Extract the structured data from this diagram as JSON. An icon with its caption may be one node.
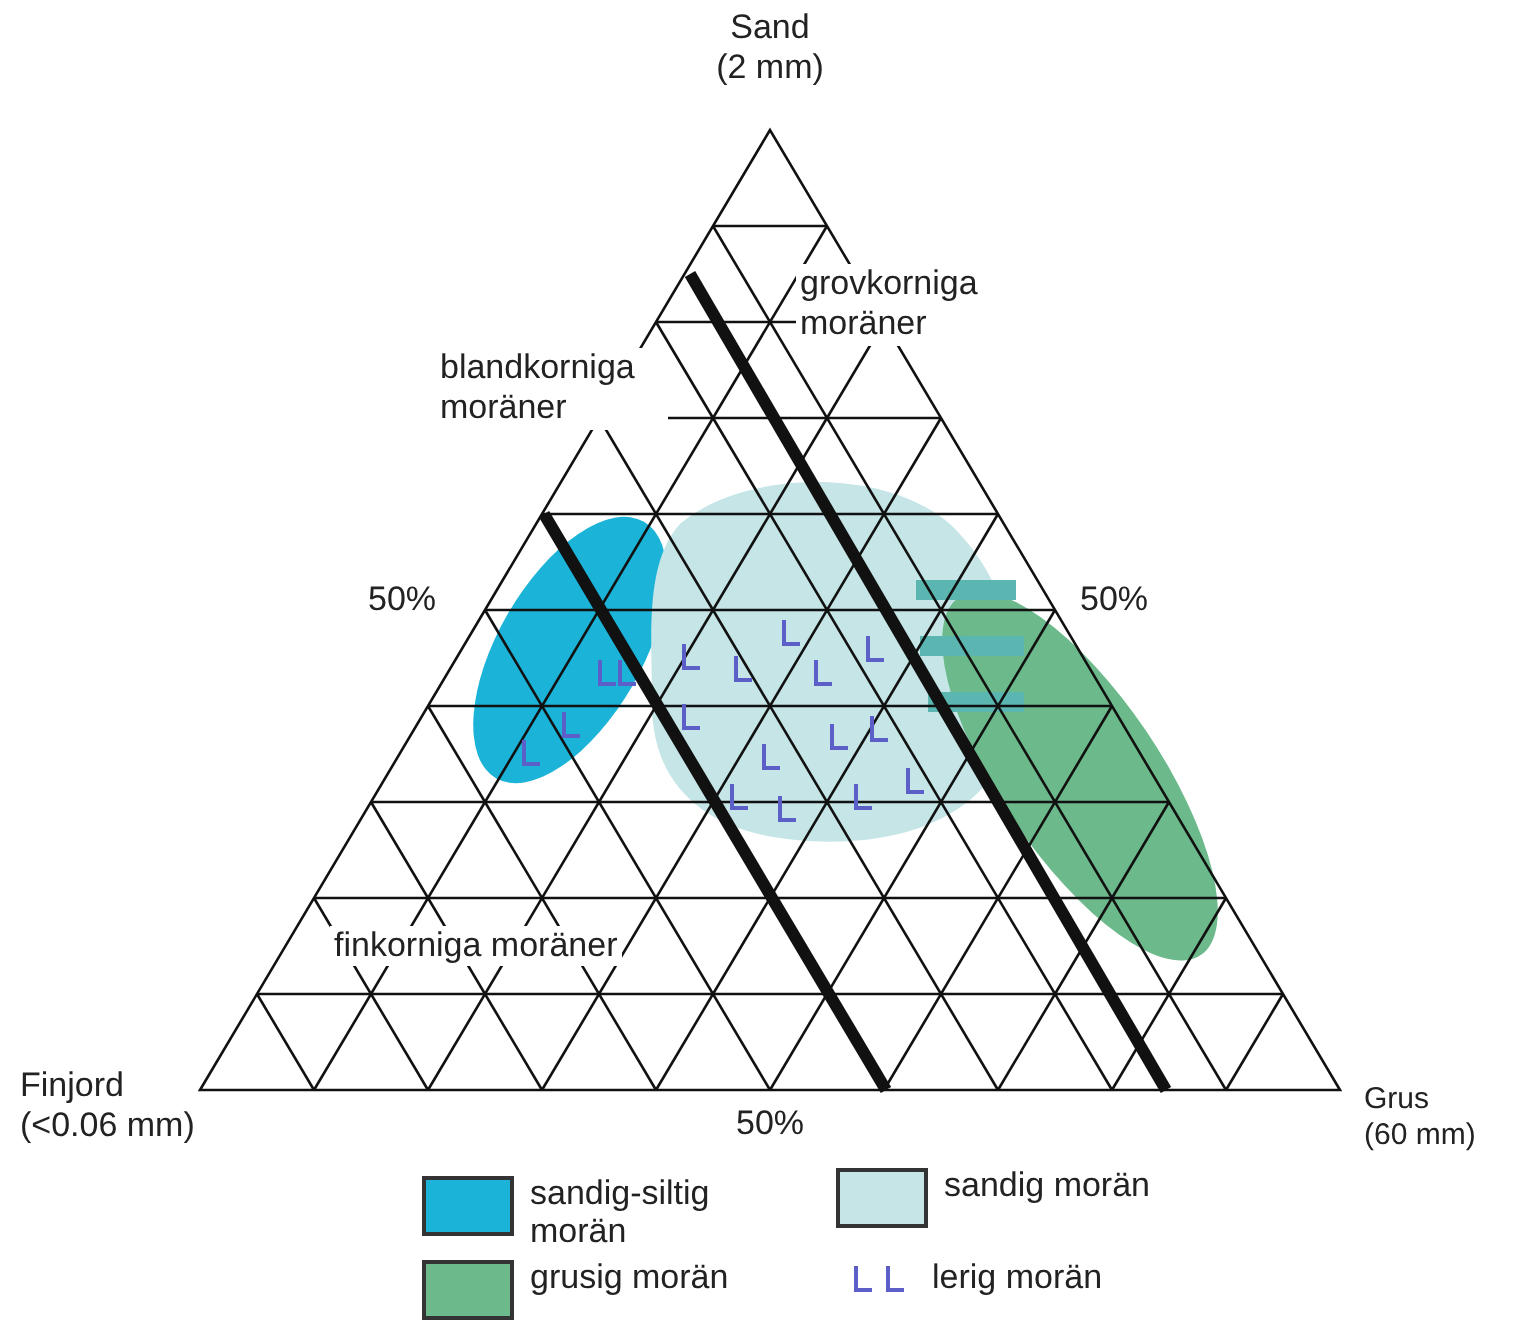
{
  "diagram": {
    "labels": [
      "Sand (2 mm)",
      "grovkorniga moräner",
      "blandkorniga moräner",
      "50%",
      "50%",
      "finkorniga moräner",
      "Finjord (<0.06 mm)",
      "50%",
      "Grus (60 mm)"
    ],
    "legend": [
      {
        "text": "sandig-siltig morän",
        "color": "#1cb3d8"
      },
      {
        "text": "sandig morän",
        "color": "#c5e5e7"
      },
      {
        "text": "grusig morän",
        "color": "#6cb98b"
      },
      {
        "text": "lerig morän"
      }
    ]
  }
}
